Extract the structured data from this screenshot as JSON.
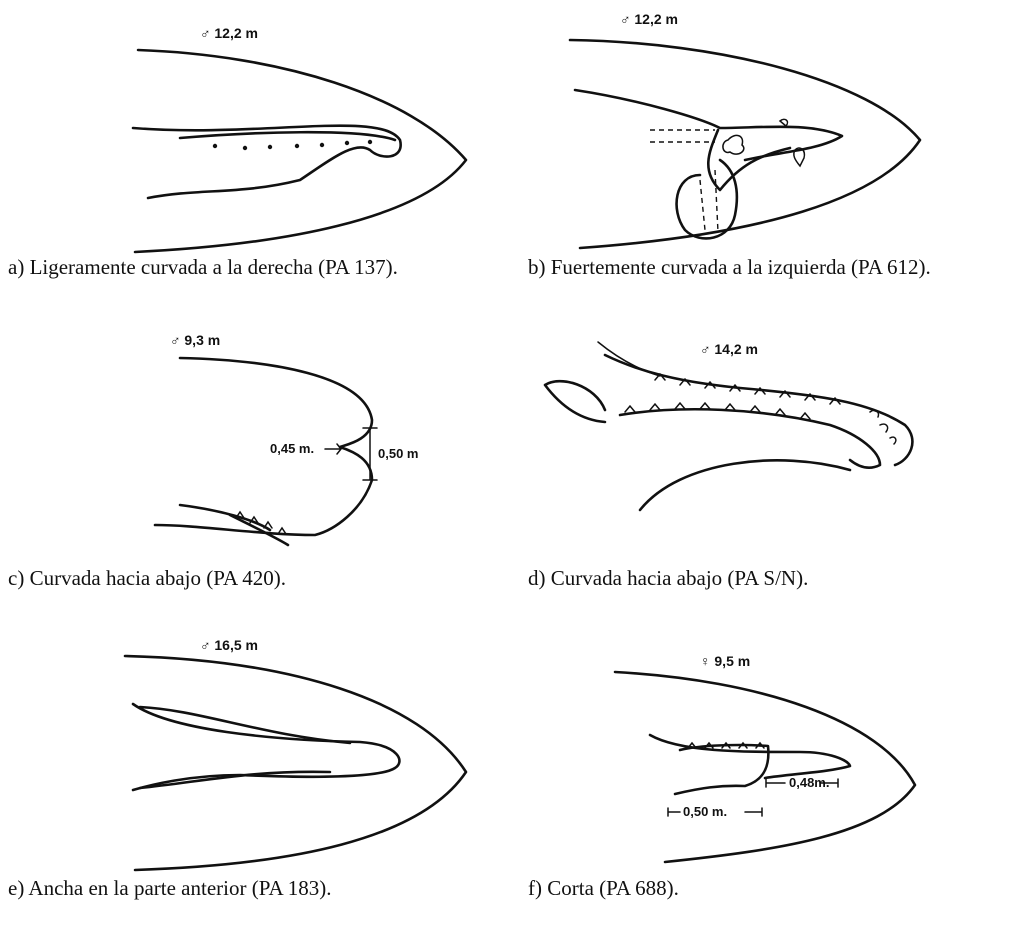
{
  "panels": {
    "a": {
      "label": "♂ 12,2 m",
      "caption": "a) Ligeramente curvada a la derecha (PA 137)."
    },
    "b": {
      "label": "♂ 12,2 m",
      "caption": "b) Fuertemente curvada a la izquierda (PA 612)."
    },
    "c": {
      "label": "♂ 9,3 m",
      "caption": "c) Curvada hacia abajo (PA 420).",
      "measure_1": "0,45 m.",
      "measure_2": "0,50 m"
    },
    "d": {
      "label": "♂ 14,2 m",
      "caption": "d) Curvada hacia abajo (PA S/N)."
    },
    "e": {
      "label": "♂ 16,5 m",
      "caption": "e) Ancha en la parte anterior (PA 183)."
    },
    "f": {
      "label": "♀ 9,5 m",
      "caption": "f) Corta (PA 688).",
      "measure_1": "0,48m.",
      "measure_2": "0,50 m."
    }
  }
}
